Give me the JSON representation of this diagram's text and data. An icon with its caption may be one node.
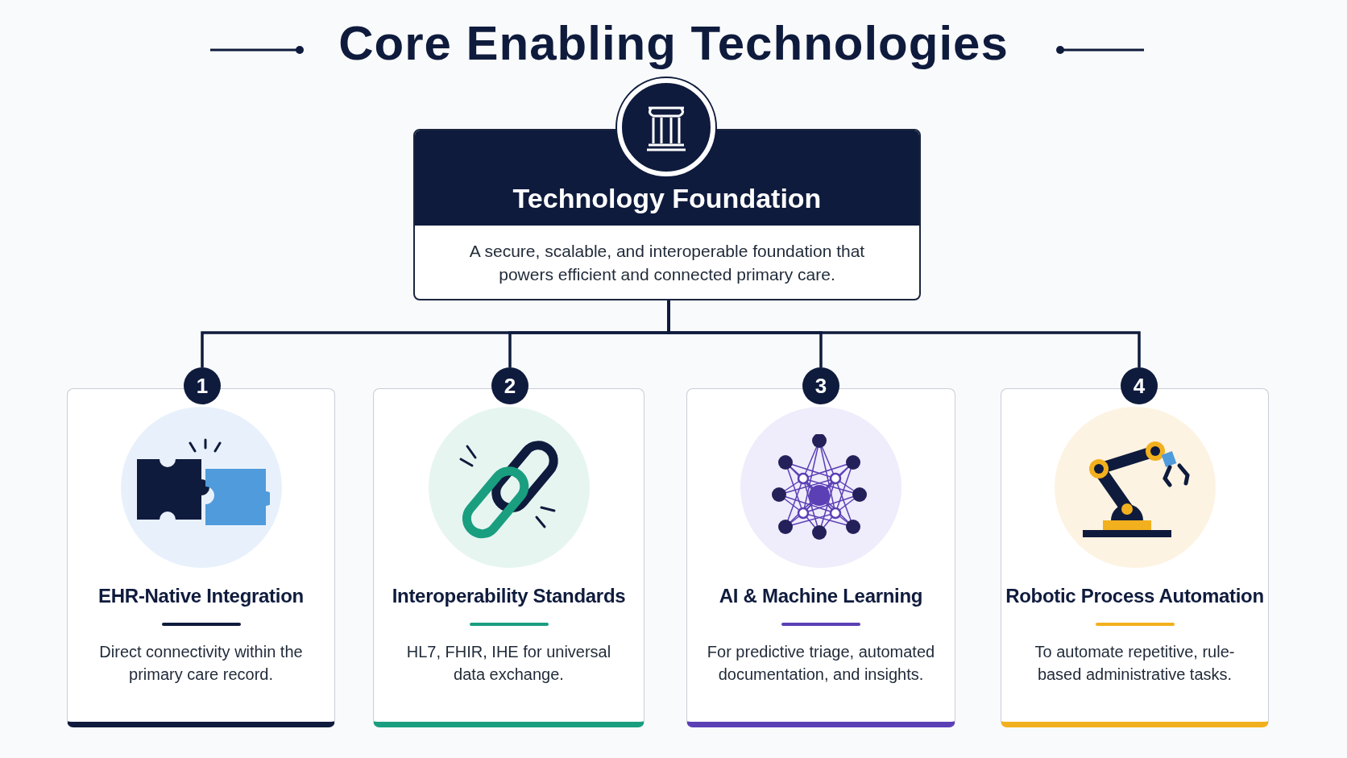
{
  "diagram": {
    "title": "Core Enabling Technologies",
    "nodes": [
      {
        "text": [
          "Technology Foundation",
          "A secure, scalable, and interoperable foundation that powers efficient and connected primary care."
        ]
      },
      {
        "text": [
          "1"
        ]
      },
      {
        "text": [
          "2"
        ]
      },
      {
        "text": [
          "3"
        ]
      },
      {
        "text": [
          "4"
        ]
      },
      {
        "text": [
          "EHR-Native Integration",
          "Direct connectivity within the primary care record."
        ]
      },
      {
        "text": [
          "Interoperability Standards",
          "HL7, FHIR, IHE for universal data exchange."
        ]
      },
      {
        "text": [
          "AI & Machine Learning",
          "For predictive triage, automated documentation, and insights."
        ]
      },
      {
        "text": [
          "Robotic Process Automation",
          "To automate repetitive, rule-based administrative tasks."
        ]
      }
    ],
    "edges": [
      {
        "from": 0,
        "to": 1,
        "arrow": "none"
      },
      {
        "from": 0,
        "to": 2,
        "arrow": "none"
      },
      {
        "from": 0,
        "to": 3,
        "arrow": "none"
      },
      {
        "from": 0,
        "to": 4,
        "arrow": "none"
      }
    ]
  }
}
